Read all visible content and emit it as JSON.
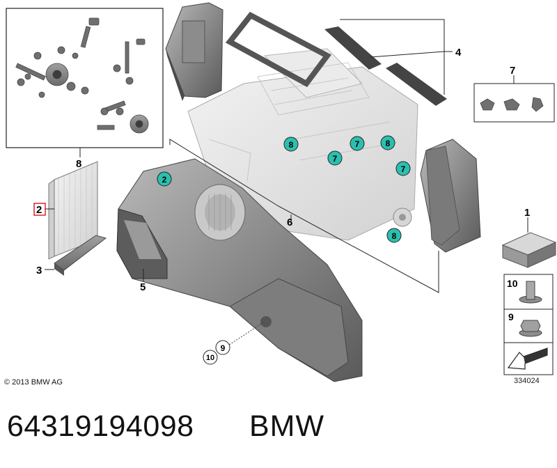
{
  "diagram": {
    "callouts": {
      "c1": "1",
      "c2": "2",
      "c3": "3",
      "c4": "4",
      "c5": "5",
      "c6": "6",
      "c7": "7",
      "c8": "8",
      "c9": "9",
      "c10": "10"
    },
    "markers": {
      "m2": "2",
      "m7a": "7",
      "m7b": "7",
      "m7c": "7",
      "m8a": "8",
      "m8b": "8",
      "m8c": "8",
      "m9": "9",
      "m10": "10",
      "box9": "9",
      "box10": "10"
    },
    "highlight": "2",
    "copyright": "© 2013 BMW AG",
    "doc_number": "334024"
  },
  "footer": {
    "part_number": "64319194098",
    "brand": "BMW"
  },
  "colors": {
    "marker_fill": "#2bbfb0",
    "highlight_box": "#d9262b",
    "part_gray": "#8a8a8a"
  }
}
